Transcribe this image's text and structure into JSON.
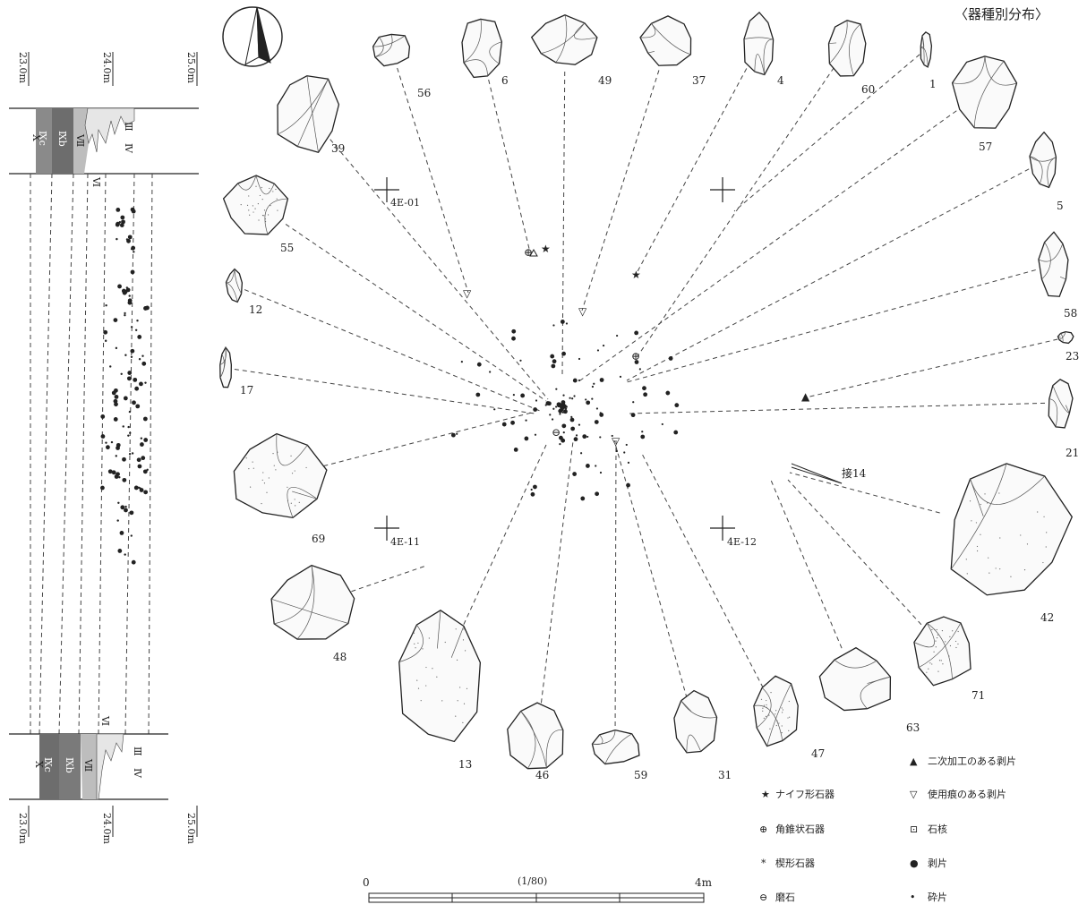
{
  "title": "〈器種別分布〉",
  "grid_labels": [
    "4E-01",
    "4E-11",
    "4E-12"
  ],
  "refit_label": "接14",
  "section": {
    "top_depths": [
      "23.0m",
      "24.0m",
      "25.0m"
    ],
    "bottom_depths": [
      "23.0m",
      "24.0m",
      "25.0m"
    ],
    "top_layers": [
      "Ⅹ",
      "Ⅸc",
      "Ⅸb",
      "Ⅶ",
      "Ⅵ",
      "Ⅲ",
      "Ⅳ"
    ],
    "bottom_layers": [
      "Ⅹ",
      "Ⅸc",
      "Ⅸb",
      "Ⅶ",
      "Ⅵ",
      "Ⅲ",
      "Ⅳ"
    ]
  },
  "artifacts": [
    "56",
    "6",
    "49",
    "37",
    "4",
    "60",
    "1",
    "57",
    "5",
    "58",
    "23",
    "21",
    "42",
    "71",
    "63",
    "47",
    "31",
    "59",
    "46",
    "13",
    "48",
    "69",
    "17",
    "12",
    "55",
    "39"
  ],
  "scale": {
    "start": "0",
    "end": "4m",
    "ratio": "(1/80)"
  },
  "legend": [
    {
      "symbol": "★",
      "label": "ナイフ形石器"
    },
    {
      "symbol": "⊕",
      "label": "角錐状石器"
    },
    {
      "symbol": "*",
      "label": "楔形石器"
    },
    {
      "symbol": "⊖",
      "label": "磨石"
    },
    {
      "symbol": "▲",
      "label": "二次加工のある剥片"
    },
    {
      "symbol": "▽",
      "label": "使用痕のある剥片"
    },
    {
      "symbol": "⊡",
      "label": "石核"
    },
    {
      "symbol": "●",
      "label": "剥片"
    },
    {
      "symbol": "•",
      "label": "砕片"
    }
  ]
}
